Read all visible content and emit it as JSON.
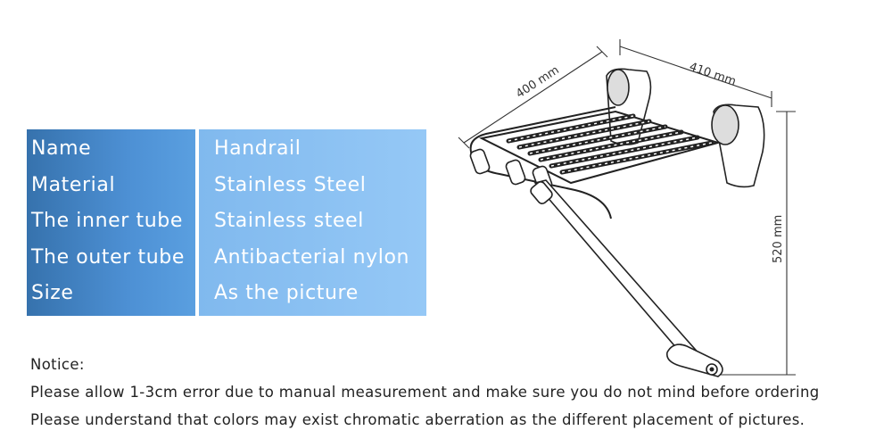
{
  "spec_table": {
    "rows": [
      {
        "label": "Name",
        "value": "Handrail"
      },
      {
        "label": "Material",
        "value": "Stainless Steel"
      },
      {
        "label": "The inner tube",
        "value": "Stainless steel"
      },
      {
        "label": "The outer tube",
        "value": "Antibacterial nylon"
      },
      {
        "label": "Size",
        "value": "As the picture"
      }
    ],
    "label_color": "#3b7cc0",
    "value_color": "#8cc2f3"
  },
  "notice": {
    "title": "Notice:",
    "lines": [
      "Please allow 1-3cm error due to manual measurement and make sure you do not mind before ordering",
      "Please understand that colors may exist chromatic aberration as the different placement of pictures."
    ]
  },
  "drawing": {
    "dimensions": {
      "depth": "400 mm",
      "width": "410 mm",
      "height": "520 mm"
    }
  }
}
